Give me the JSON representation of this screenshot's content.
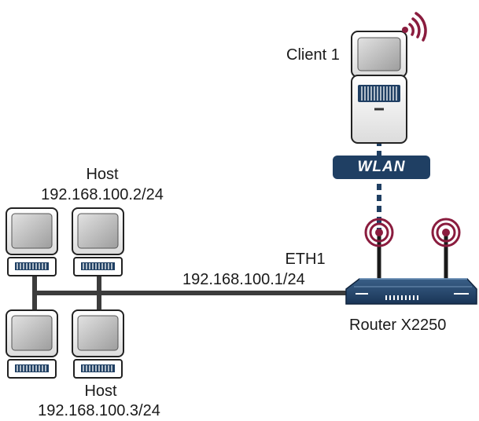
{
  "client": {
    "label": "Client 1"
  },
  "wlan": {
    "label": "WLAN"
  },
  "hosts_top": {
    "title": "Host",
    "address": "192.168.100.2/24"
  },
  "hosts_bottom": {
    "title": "Host",
    "address": "192.168.100.3/24"
  },
  "router": {
    "name": "Router X2250",
    "port": "ETH1",
    "address": "192.168.100.1/24"
  },
  "colors": {
    "device_dark": "#1f3f63",
    "screen": "#c9c9c9",
    "signal": "#8a1c3e",
    "cable": "#3c3c3c"
  }
}
